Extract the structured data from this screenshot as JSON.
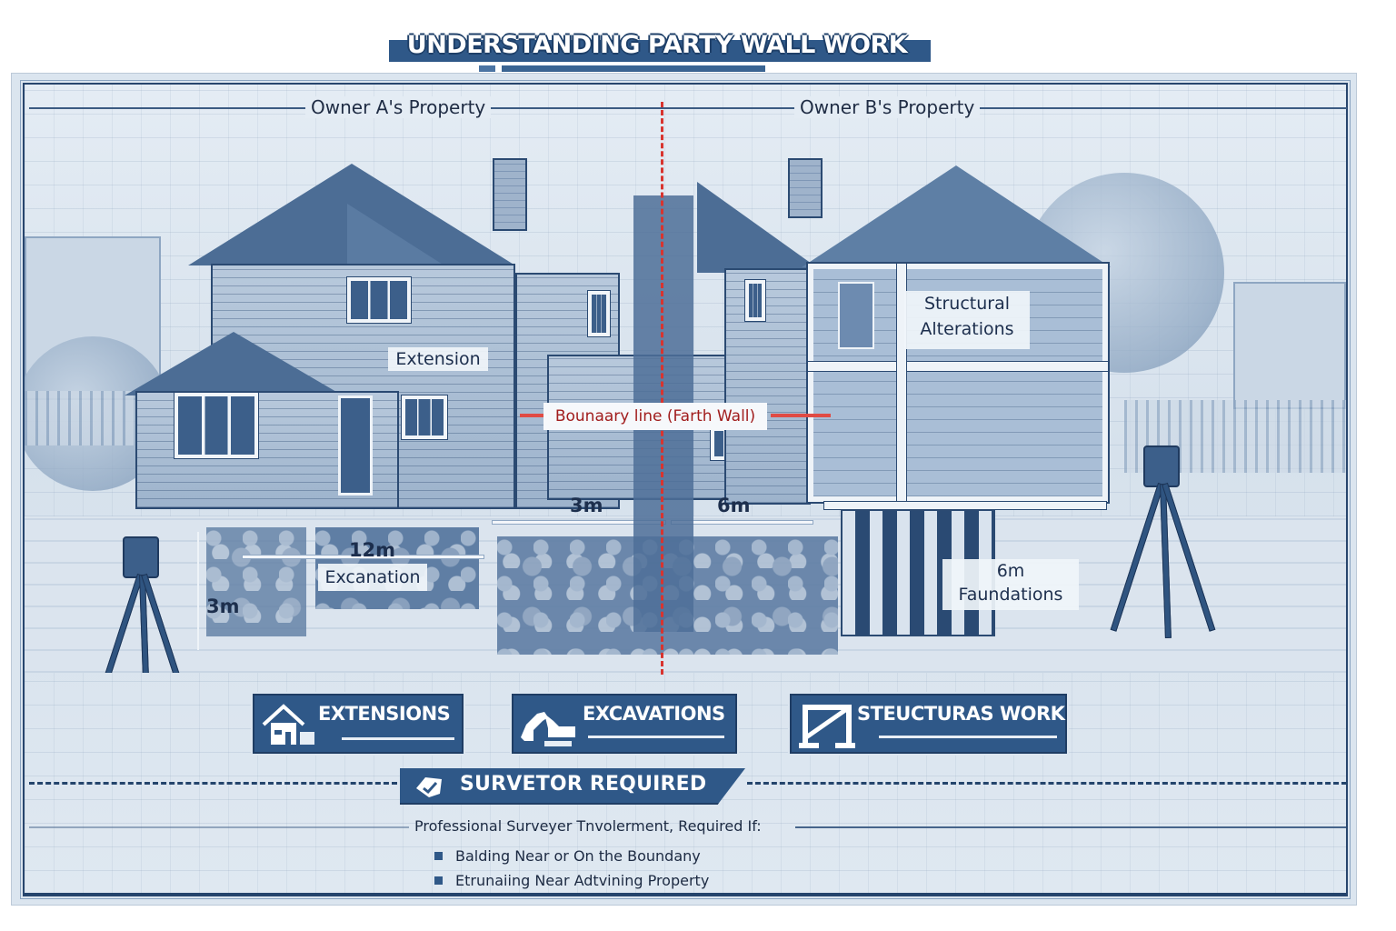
{
  "title": "UNDERSTANDING PARTY WALL WORK",
  "header": {
    "owner_a_label": "Owner A's Property",
    "owner_b_label": "Owner B's Property"
  },
  "diagram": {
    "boundary_label": "Bounaary line (Farth Wall)",
    "left_property": {
      "extension_label": "Extension",
      "excavation_label": "Excanation",
      "excavation_width": "12m",
      "excavation_depth": "3m",
      "distance_to_boundary": "3m"
    },
    "right_property": {
      "structural_label_line1": "Structural",
      "structural_label_line2": "Alterations",
      "distance_to_boundary": "6m",
      "foundations_depth": "6m",
      "foundations_label": "Faundations"
    },
    "colors": {
      "primary_blue": "#2f5888",
      "boundary_red": "#d8342f",
      "background": "#dbe5ef",
      "text_dark": "#1d2f4d"
    }
  },
  "categories": [
    {
      "icon": "house-icon",
      "label": "EXTENSIONS"
    },
    {
      "icon": "excavator-icon",
      "label": "EXCAVATIONS"
    },
    {
      "icon": "structural-frame-icon",
      "label": "STEUCTURAS WORK"
    }
  ],
  "surveyor": {
    "banner_icon": "checkmark-badge-icon",
    "banner_label": "SURVETOR REQUIRED",
    "intro": "Professional Surveyer Tnvolerment, Required If:",
    "conditions": [
      "Balding Near or On the Boundany",
      "Etrunaiing Near Adtvining Property"
    ]
  }
}
